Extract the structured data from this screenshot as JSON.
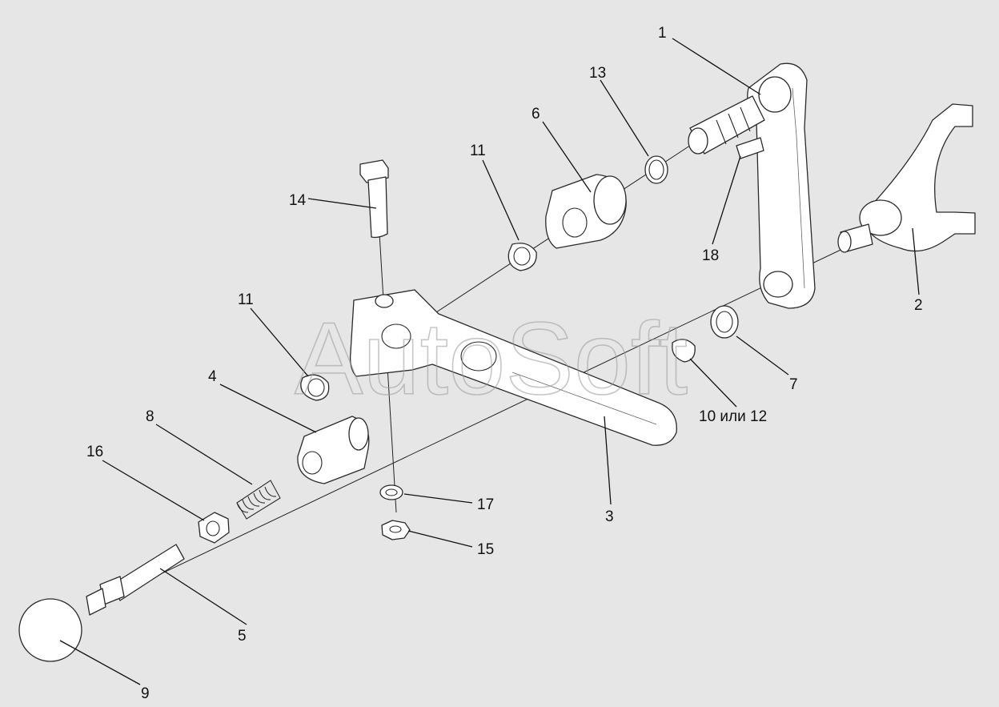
{
  "watermark": "AutoSoft",
  "callouts": {
    "c1": "1",
    "c2": "2",
    "c3": "3",
    "c4": "4",
    "c5": "5",
    "c6": "6",
    "c7": "7",
    "c8": "8",
    "c9": "9",
    "c10_12": "10 или 12",
    "c11a": "11",
    "c11b": "11",
    "c13": "13",
    "c14": "14",
    "c15": "15",
    "c16": "16",
    "c17": "17",
    "c18": "18"
  }
}
